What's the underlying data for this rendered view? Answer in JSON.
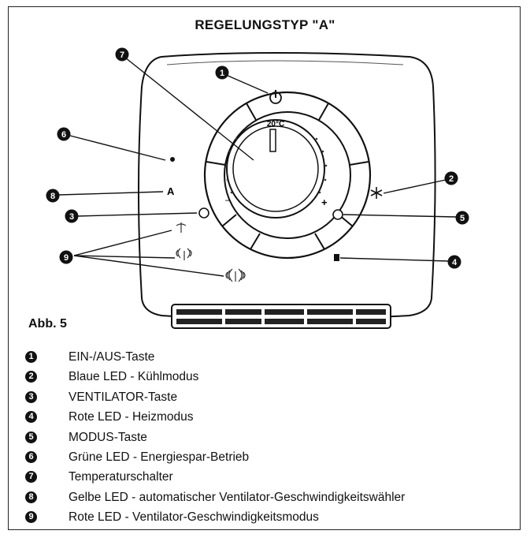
{
  "title": "REGELUNGSTYP \"A\"",
  "figure_label": "Abb. 5",
  "device": {
    "dial_temperature": "20°C",
    "mode_letter": "A",
    "dial_minus": "–",
    "dial_plus": "+"
  },
  "callouts": [
    {
      "num": "1"
    },
    {
      "num": "2"
    },
    {
      "num": "3"
    },
    {
      "num": "4"
    },
    {
      "num": "5"
    },
    {
      "num": "6"
    },
    {
      "num": "7"
    },
    {
      "num": "8"
    },
    {
      "num": "9"
    }
  ],
  "legend": [
    {
      "num": "1",
      "text": "EIN-/AUS-Taste"
    },
    {
      "num": "2",
      "text": "Blaue LED - Kühlmodus"
    },
    {
      "num": "3",
      "text": "VENTILATOR-Taste"
    },
    {
      "num": "4",
      "text": "Rote LED - Heizmodus"
    },
    {
      "num": "5",
      "text": "MODUS-Taste"
    },
    {
      "num": "6",
      "text": "Grüne LED - Energiespar-Betrieb"
    },
    {
      "num": "7",
      "text": "Temperaturschalter"
    },
    {
      "num": "8",
      "text": "Gelbe LED - automatischer Ventilator-Geschwindigkeitswähler"
    },
    {
      "num": "9",
      "text": "Rote LED - Ventilator-Geschwindigkeitsmodus"
    }
  ]
}
